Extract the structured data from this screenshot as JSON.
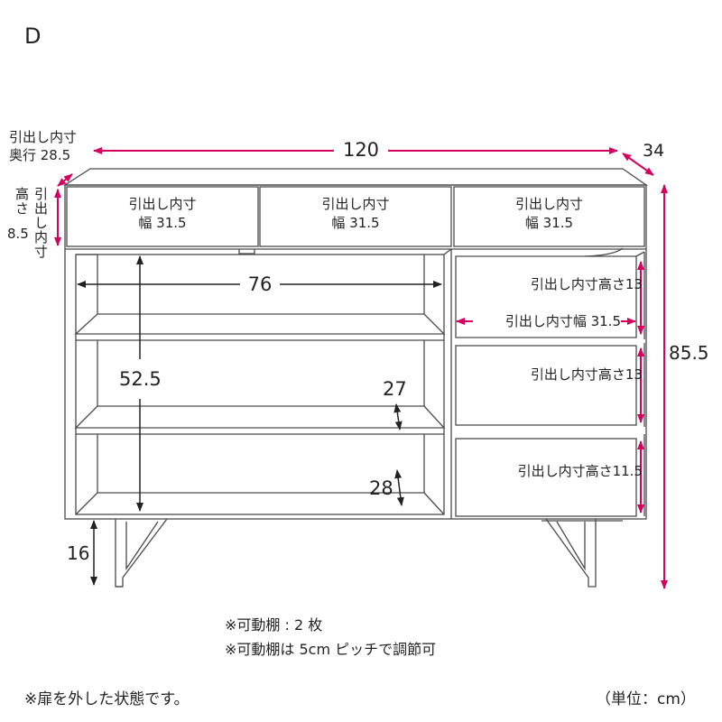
{
  "panel_label": "D",
  "colors": {
    "dimension": "#d6005f",
    "line": "#4a4a4a"
  },
  "dimensions": {
    "width": "120",
    "depth": "34",
    "height": "85.5",
    "open_width": "76",
    "open_height": "52.5",
    "shelf_gap_1": "27",
    "shelf_gap_2": "28",
    "leg_height": "16"
  },
  "top_drawer_label": {
    "depth_line1": "引出し内寸",
    "depth_line2": "奥行 28.5",
    "height_side": "高さ",
    "height_value": "8.5",
    "height_vertical": "引出し内寸"
  },
  "top_drawers": [
    {
      "line1": "引出し内寸",
      "line2": "幅 31.5"
    },
    {
      "line1": "引出し内寸",
      "line2": "幅 31.5"
    },
    {
      "line1": "引出し内寸",
      "line2": "幅 31.5"
    }
  ],
  "side_drawers": {
    "d1_height": "引出し内寸高さ13",
    "width": "引出し内寸幅 31.5",
    "d2_height": "引出し内寸高さ13",
    "d3_height": "引出し内寸高さ11.5"
  },
  "notes": [
    "※可動棚 : 2 枚",
    "※可動棚は 5cm ピッチで調節可"
  ],
  "footnote_left": "※扉を外した状態です。",
  "footnote_right": "（単位：cm）"
}
